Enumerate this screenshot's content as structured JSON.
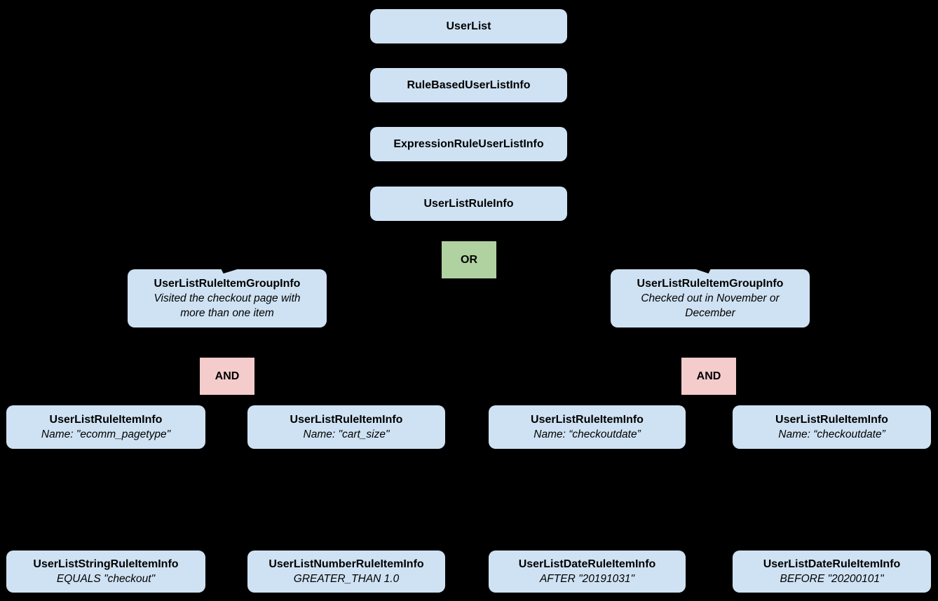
{
  "diagram": {
    "background_color": "#000000",
    "node_fill_color": "#cfe2f3",
    "or_fill_color": "#afd2a0",
    "and_fill_color": "#f4cccc",
    "text_color": "#000000",
    "nodes": {
      "userlist": {
        "label": "UserList"
      },
      "rule_based_user_list_info": {
        "label": "RuleBasedUserListInfo"
      },
      "expression_rule_user_list_info": {
        "label": "ExpressionRuleUserListInfo"
      },
      "user_list_rule_info": {
        "label": "UserListRuleInfo"
      },
      "or_operator": {
        "label": "OR"
      },
      "group_left": {
        "label": "UserListRuleItemGroupInfo",
        "description": "Visited the checkout page with more than one item"
      },
      "group_right": {
        "label": "UserListRuleItemGroupInfo",
        "description": "Checked out in November or December"
      },
      "and_left": {
        "label": "AND"
      },
      "and_right": {
        "label": "AND"
      },
      "rule_item_1": {
        "label": "UserListRuleItemInfo",
        "description": "Name: \"ecomm_pagetype\""
      },
      "rule_item_2": {
        "label": "UserListRuleItemInfo",
        "description": "Name: \"cart_size\""
      },
      "rule_item_3": {
        "label": "UserListRuleItemInfo",
        "description": "Name: “checkoutdate”"
      },
      "rule_item_4": {
        "label": "UserListRuleItemInfo",
        "description": "Name: “checkoutdate”"
      },
      "leaf_string": {
        "label": "UserListStringRuleItemInfo",
        "description": "EQUALS \"checkout\""
      },
      "leaf_number": {
        "label": "UserListNumberRuleItemInfo",
        "description": "GREATER_THAN 1.0"
      },
      "leaf_date_after": {
        "label": "UserListDateRuleItemInfo",
        "description": "AFTER \"20191031\""
      },
      "leaf_date_before": {
        "label": "UserListDateRuleItemInfo",
        "description": "BEFORE \"20200101\""
      }
    }
  }
}
